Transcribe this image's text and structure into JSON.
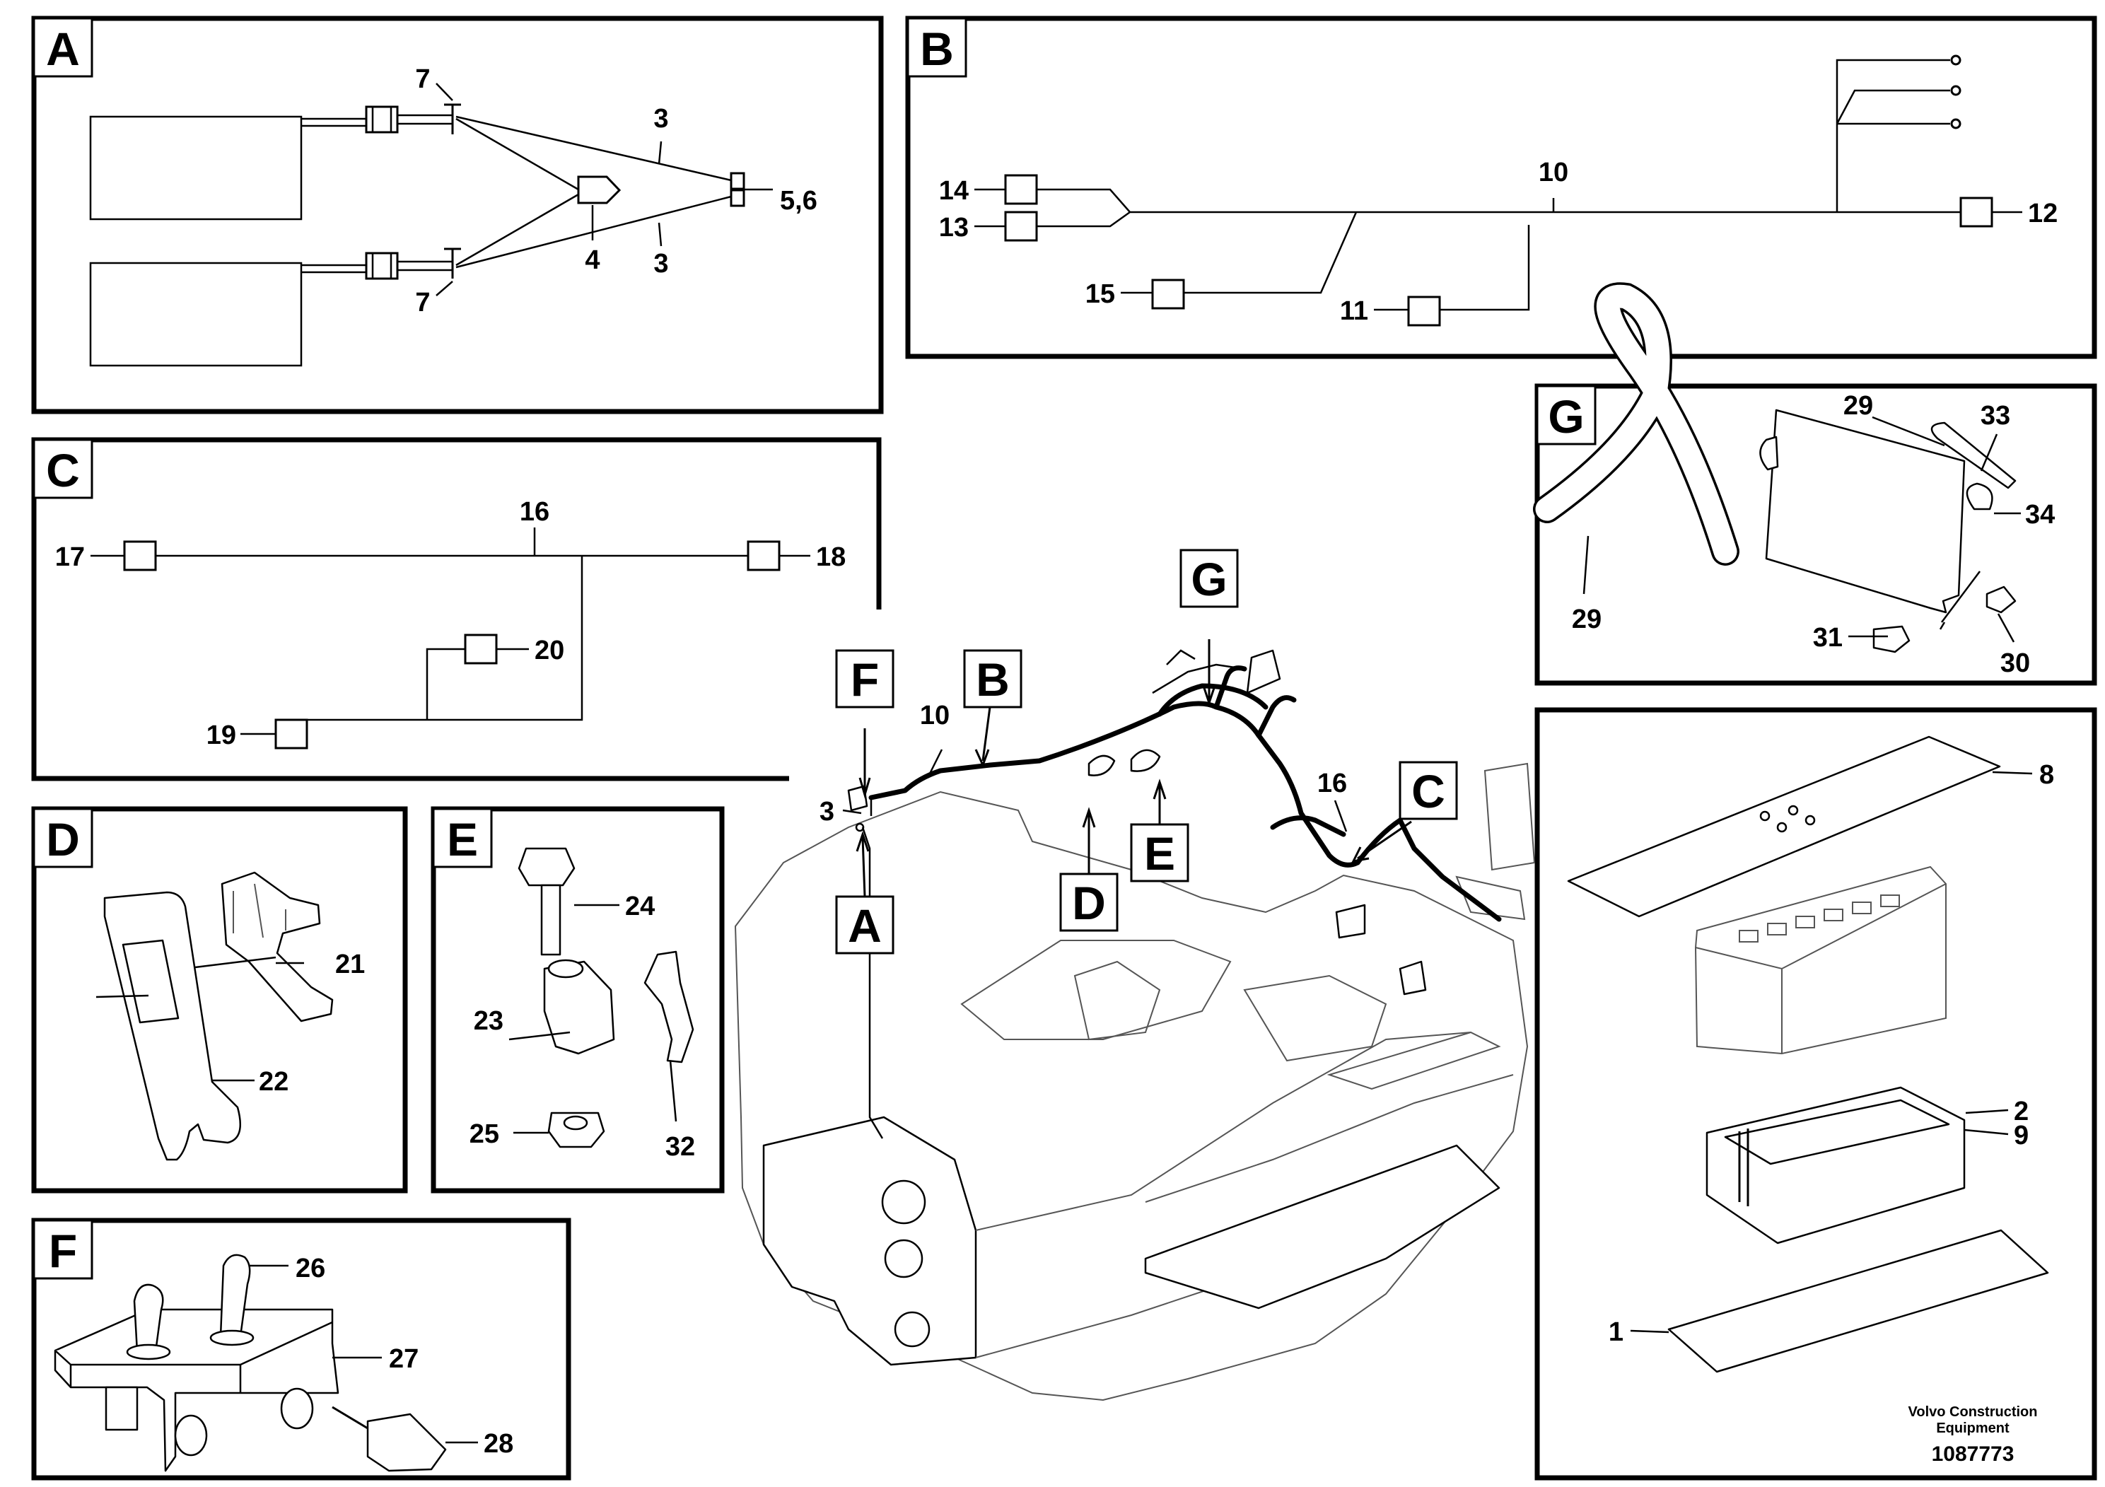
{
  "sections": {
    "A": {
      "tag": "A",
      "labels": {
        "l7a": "7",
        "l7b": "7",
        "l3a": "3",
        "l3b": "3",
        "l4": "4",
        "l56": "5,6"
      }
    },
    "B": {
      "tag": "B",
      "labels": {
        "l14": "14",
        "l13": "13",
        "l10": "10",
        "l15": "15",
        "l11": "11",
        "l12": "12"
      }
    },
    "C": {
      "tag": "C",
      "labels": {
        "l16": "16",
        "l17": "17",
        "l18": "18",
        "l20": "20",
        "l19": "19"
      }
    },
    "D": {
      "tag": "D",
      "labels": {
        "l21": "21",
        "l22": "22"
      }
    },
    "E": {
      "tag": "E",
      "labels": {
        "l24": "24",
        "l23": "23",
        "l25": "25",
        "l32": "32"
      }
    },
    "F": {
      "tag": "F",
      "labels": {
        "l26": "26",
        "l27": "27",
        "l28": "28"
      }
    },
    "G": {
      "tag": "G",
      "labels": {
        "l29a": "29",
        "l29b": "29",
        "l33": "33",
        "l34": "34",
        "l31": "31",
        "l30": "30"
      }
    },
    "battery": {
      "labels": {
        "l8": "8",
        "l2": "2",
        "l9": "9",
        "l1": "1"
      }
    }
  },
  "main": {
    "callouts": {
      "F": "F",
      "B": "B",
      "G": "G",
      "C": "C",
      "D": "D",
      "E": "E",
      "A": "A"
    },
    "labels": {
      "l10": "10",
      "l3": "3",
      "l16": "16"
    }
  },
  "footer": {
    "company_line1": "Volvo Construction",
    "company_line2": "Equipment",
    "drawing_number": "1087773"
  }
}
